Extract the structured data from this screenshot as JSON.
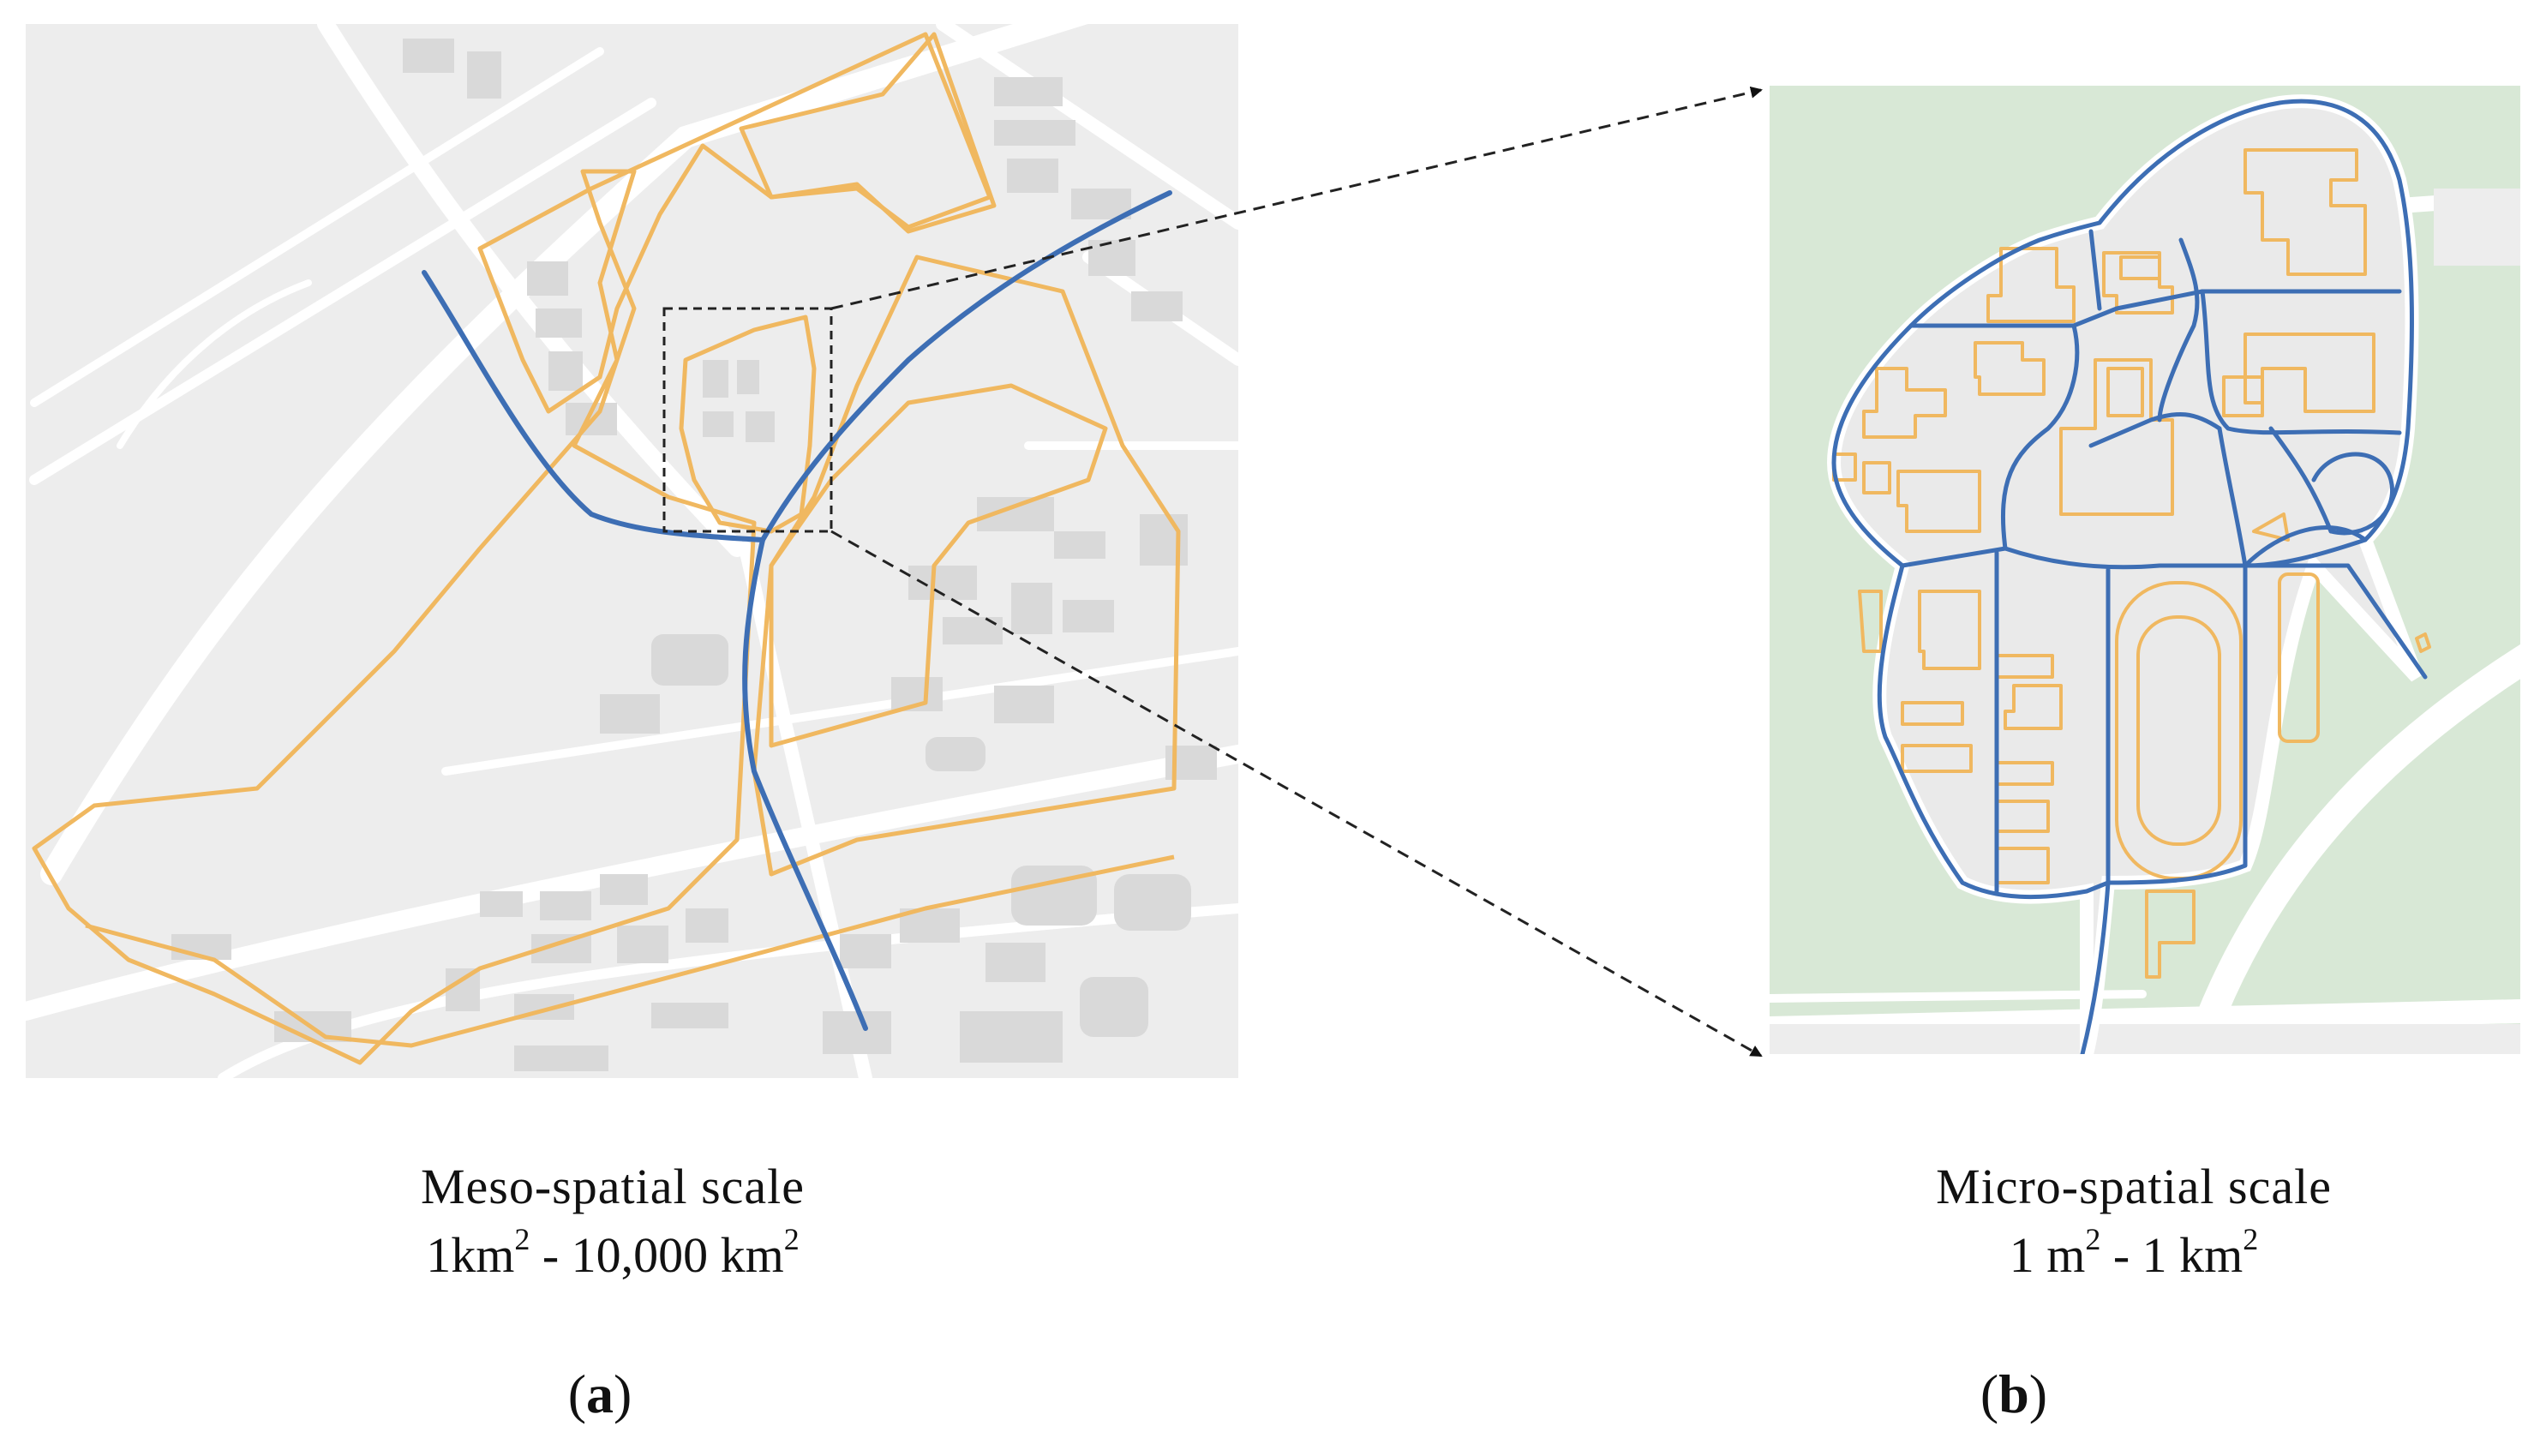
{
  "panels": [
    {
      "id": "a",
      "label": "a",
      "scale_name": "Meso-spatial  scale",
      "range_from": "1km",
      "range_from_exp": "2",
      "range_sep": " - ",
      "range_to": "10,000 km",
      "range_to_exp": "2"
    },
    {
      "id": "b",
      "label": "b",
      "scale_name": "Micro-spatial  scale",
      "range_from": "1 m",
      "range_from_exp": "2",
      "range_sep": " - ",
      "range_to": "1 km",
      "range_to_exp": "2"
    }
  ],
  "colors": {
    "map_background": "#ededed",
    "road": "#ffffff",
    "building_block": "#d9d9d9",
    "green_area": "#d8e8d6",
    "boundary_orange": "#f0b860",
    "route_blue": "#3d6eb4",
    "zoom_box": "#222222"
  },
  "icons": {
    "arrow": "arrowhead-icon"
  }
}
